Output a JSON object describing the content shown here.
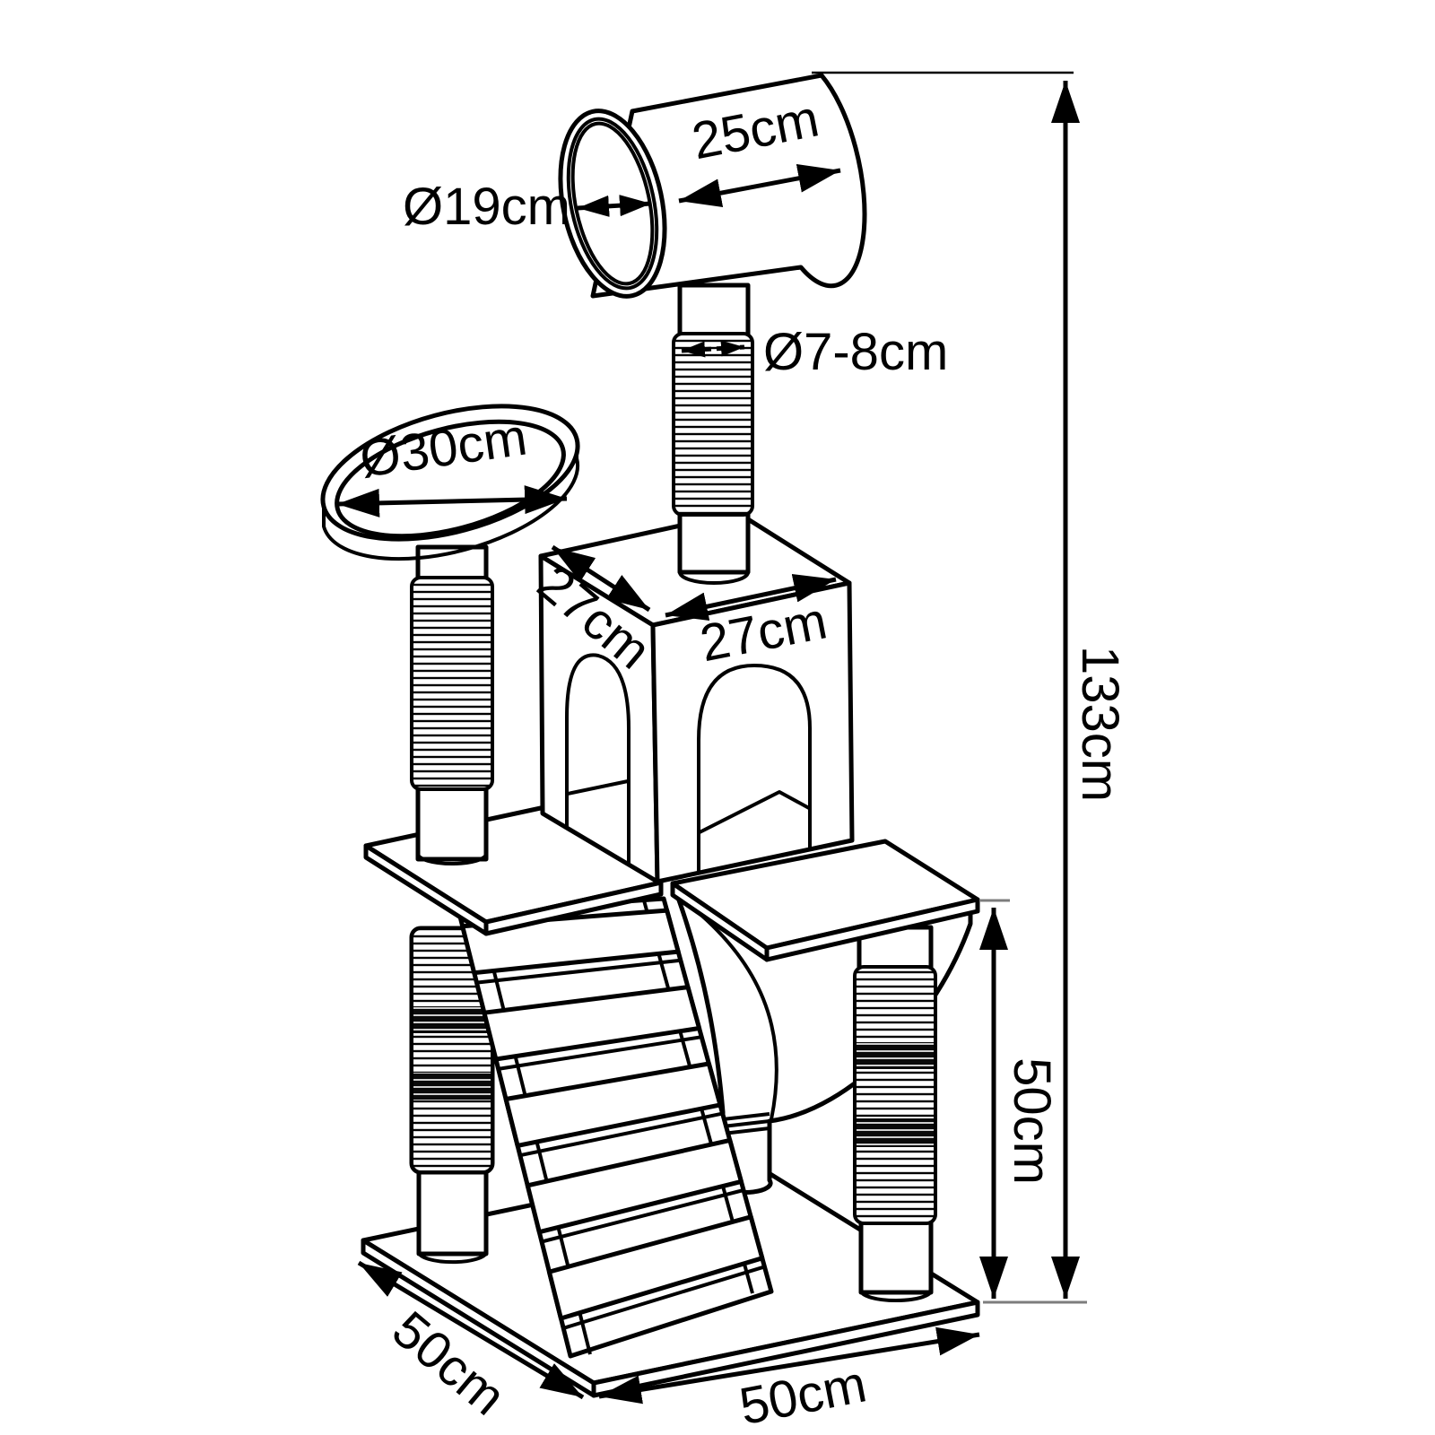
{
  "labels": {
    "tunnel_length": "25cm",
    "tunnel_diameter": "Ø19cm",
    "pole_diameter": "Ø7-8cm",
    "perch_diameter": "Ø30cm",
    "house_depth": "27cm",
    "house_width": "27cm",
    "total_height": "133cm",
    "mid_section_height": "50cm",
    "base_depth": "50cm",
    "base_width": "50cm"
  },
  "colors": {
    "line": "#000000",
    "extension_line": "#7d7d7d",
    "background": "#ffffff"
  }
}
